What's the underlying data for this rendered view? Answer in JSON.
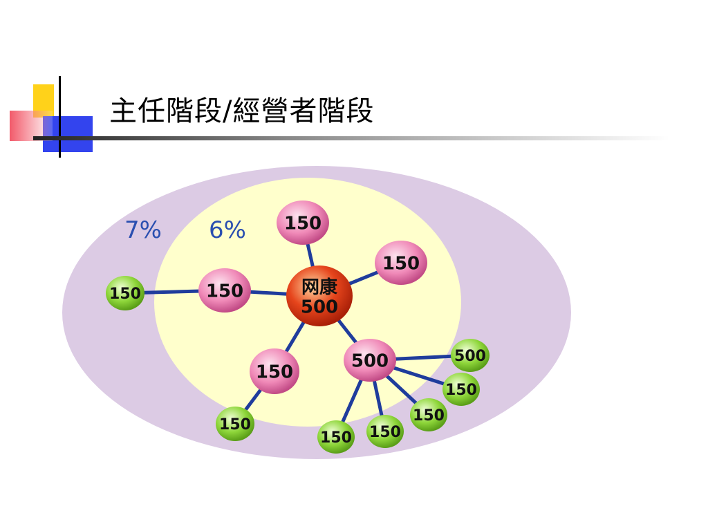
{
  "slide": {
    "title": "主任階段/經營者階段",
    "colors": {
      "square_yellow": "#ffd21a",
      "square_blue": "#3344ee",
      "square_red": "#f25a6a",
      "outer_ellipse": "#dccbe4",
      "inner_ellipse": "#ffffcc",
      "link": "#1f3c9c",
      "pink_node": "#f08ab8",
      "green_node": "#8ed63a",
      "red_node": "#e6451c",
      "percent_text": "#2a4fb0"
    }
  },
  "diagram": {
    "outer_label": "7%",
    "inner_label": "6%",
    "center": {
      "line1": "网康",
      "line2": "500",
      "color": "red"
    },
    "nodes": [
      {
        "id": "p-top",
        "label": "150",
        "color": "pink"
      },
      {
        "id": "p-upper-right",
        "label": "150",
        "color": "pink"
      },
      {
        "id": "p-left",
        "label": "150",
        "color": "pink"
      },
      {
        "id": "p-lower-left",
        "label": "150",
        "color": "pink"
      },
      {
        "id": "p-lower-right",
        "label": "500",
        "color": "pink"
      },
      {
        "id": "g-far-left",
        "label": "150",
        "color": "green"
      },
      {
        "id": "g-bottom-left",
        "label": "150",
        "color": "green"
      },
      {
        "id": "g-r1",
        "label": "500",
        "color": "green"
      },
      {
        "id": "g-r2",
        "label": "150",
        "color": "green"
      },
      {
        "id": "g-r3",
        "label": "150",
        "color": "green"
      },
      {
        "id": "g-r4",
        "label": "150",
        "color": "green"
      },
      {
        "id": "g-r5",
        "label": "150",
        "color": "green"
      }
    ],
    "links": [
      [
        "center",
        "p-top"
      ],
      [
        "center",
        "p-upper-right"
      ],
      [
        "center",
        "p-left"
      ],
      [
        "center",
        "p-lower-left"
      ],
      [
        "center",
        "p-lower-right"
      ],
      [
        "p-left",
        "g-far-left"
      ],
      [
        "p-lower-left",
        "g-bottom-left"
      ],
      [
        "p-lower-right",
        "g-r1"
      ],
      [
        "p-lower-right",
        "g-r2"
      ],
      [
        "p-lower-right",
        "g-r3"
      ],
      [
        "p-lower-right",
        "g-r4"
      ],
      [
        "p-lower-right",
        "g-r5"
      ]
    ]
  }
}
